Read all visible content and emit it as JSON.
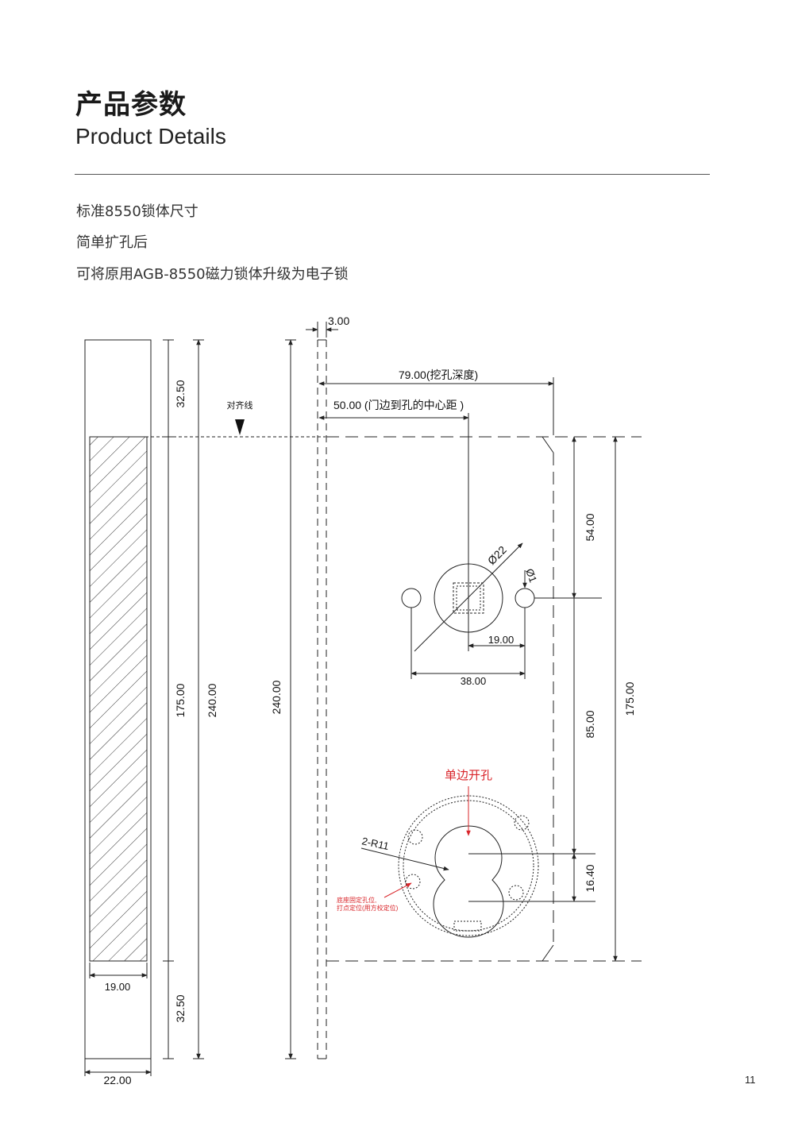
{
  "header": {
    "title_cn": "产品参数",
    "title_en": "Product Details"
  },
  "description": {
    "line1": "标准8550锁体尺寸",
    "line2": "简单扩孔后",
    "line3": "可将原用AGB-8550磁力锁体升级为电子锁"
  },
  "drawing": {
    "dimensions": {
      "edge_thickness": "3.00",
      "drill_depth": "79.00(挖孔深度)",
      "center_distance": "50.00 (门边到孔的中心距 )",
      "top_margin": "32.50",
      "middle_height": "175.00",
      "bottom_margin": "32.50",
      "total_height_a": "240.00",
      "total_height_b": "240.00",
      "face_width": "19.00",
      "plate_width": "22.00",
      "upper_offset": "54.00",
      "hole_spacing": "85.00",
      "right_height": "175.00",
      "spindle_diameter": "Ø22",
      "small_hole_diameter": "Ø1",
      "spindle_to_hole": "19.00",
      "hole_span": "38.00",
      "cylinder_spacing": "16.40",
      "radius_note": "2-R11"
    },
    "labels": {
      "alignment_line": "对齐线",
      "single_side_hole": "单边开孔",
      "base_fix_note_1": "底座固定孔位,",
      "base_fix_note_2": "打点定位(用方校定位)"
    },
    "colors": {
      "line": "#222222",
      "annotation_red": "#d9252a"
    }
  },
  "footer": {
    "page_number": "11"
  }
}
